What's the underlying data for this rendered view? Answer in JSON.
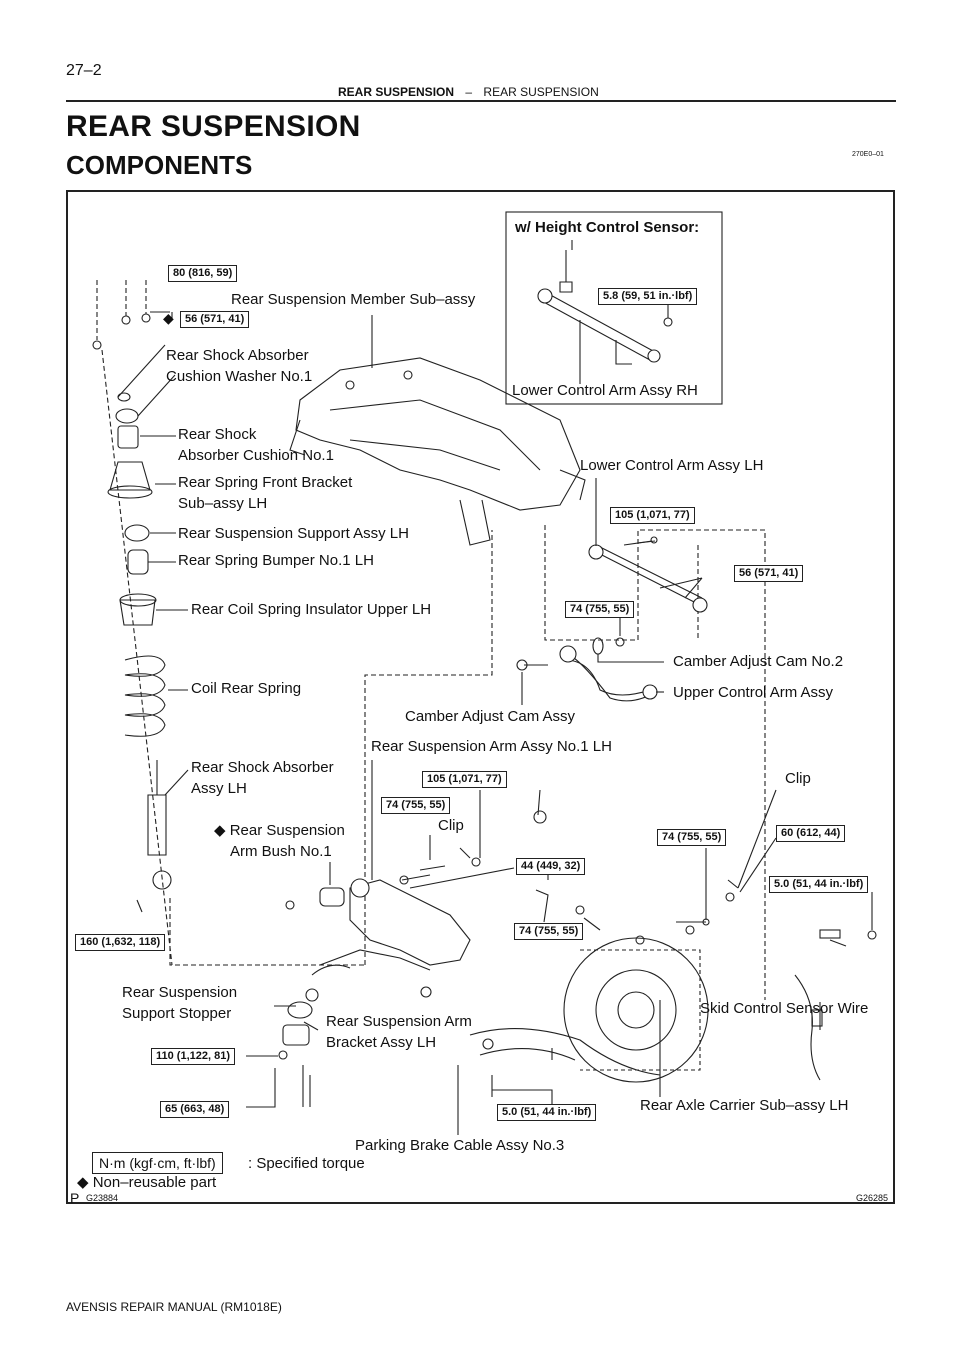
{
  "header": {
    "page_number": "27–2",
    "section": "REAR SUSPENSION",
    "separator": "–",
    "subsection": "REAR SUSPENSION"
  },
  "title": "REAR SUSPENSION",
  "subtitle": "COMPONENTS",
  "doc_code": "270E0–01",
  "inset": {
    "title": "w/ Height Control Sensor:",
    "torque": "5.8 (59, 51 in.·lbf)",
    "label": "Lower Control Arm Assy RH"
  },
  "torques": {
    "t80": "80 (816, 59)",
    "t56a": "56 (571, 41)",
    "t105a": "105 (1,071, 77)",
    "t56b": "56 (571, 41)",
    "t74a": "74 (755, 55)",
    "t105b": "105 (1,071, 77)",
    "t74b": "74 (755, 55)",
    "t44": "44 (449, 32)",
    "t74c": "74 (755, 55)",
    "t74d": "74 (755, 55)",
    "t60": "60 (612, 44)",
    "t5a": "5.0 (51, 44 in.·lbf)",
    "t160": "160 (1,632, 118)",
    "t110": "110 (1,122, 81)",
    "t65": "65 (663, 48)",
    "t5b": "5.0 (51, 44 in.·lbf)"
  },
  "labels": {
    "member": "Rear Suspension Member Sub–assy",
    "washer1": "Rear Shock Absorber",
    "washer2": "Cushion Washer No.1",
    "cushion1": "Rear Shock",
    "cushion2": "Absorber Cushion No.1",
    "bracket1": "Rear Spring Front Bracket",
    "bracket2": "Sub–assy LH",
    "support": "Rear Suspension Support Assy LH",
    "bumper": "Rear Spring Bumper No.1 LH",
    "insulator": "Rear Coil Spring Insulator Upper LH",
    "spring": "Coil Rear Spring",
    "absorber1": "Rear Shock Absorber",
    "absorber2": "Assy LH",
    "bush1": "Rear Suspension",
    "bush2": "Arm Bush No.1",
    "lower_lh": "Lower Control Arm Assy LH",
    "cam2": "Camber Adjust Cam No.2",
    "upper": "Upper Control Arm Assy",
    "cam": "Camber Adjust Cam Assy",
    "arm_no1": "Rear Suspension Arm Assy No.1 LH",
    "clip1": "Clip",
    "clip2": "Clip",
    "stopper1": "Rear Suspension",
    "stopper2": "Support Stopper",
    "arm_bracket1": "Rear Suspension Arm",
    "arm_bracket2": "Bracket Assy LH",
    "sensor_wire": "Skid Control Sensor Wire",
    "carrier": "Rear Axle Carrier Sub–assy LH",
    "cable": "Parking Brake Cable Assy No.3"
  },
  "legend": {
    "unit_box": "N·m (kgf·cm, ft·lbf)",
    "unit_text": ": Specified torque",
    "nonreusable": "Non–reusable part",
    "bullet": "◆"
  },
  "figure_codes": {
    "left": "G23884",
    "right": "G26285",
    "p_mark": "P"
  },
  "footer": "AVENSIS REPAIR MANUAL   (RM1018E)"
}
